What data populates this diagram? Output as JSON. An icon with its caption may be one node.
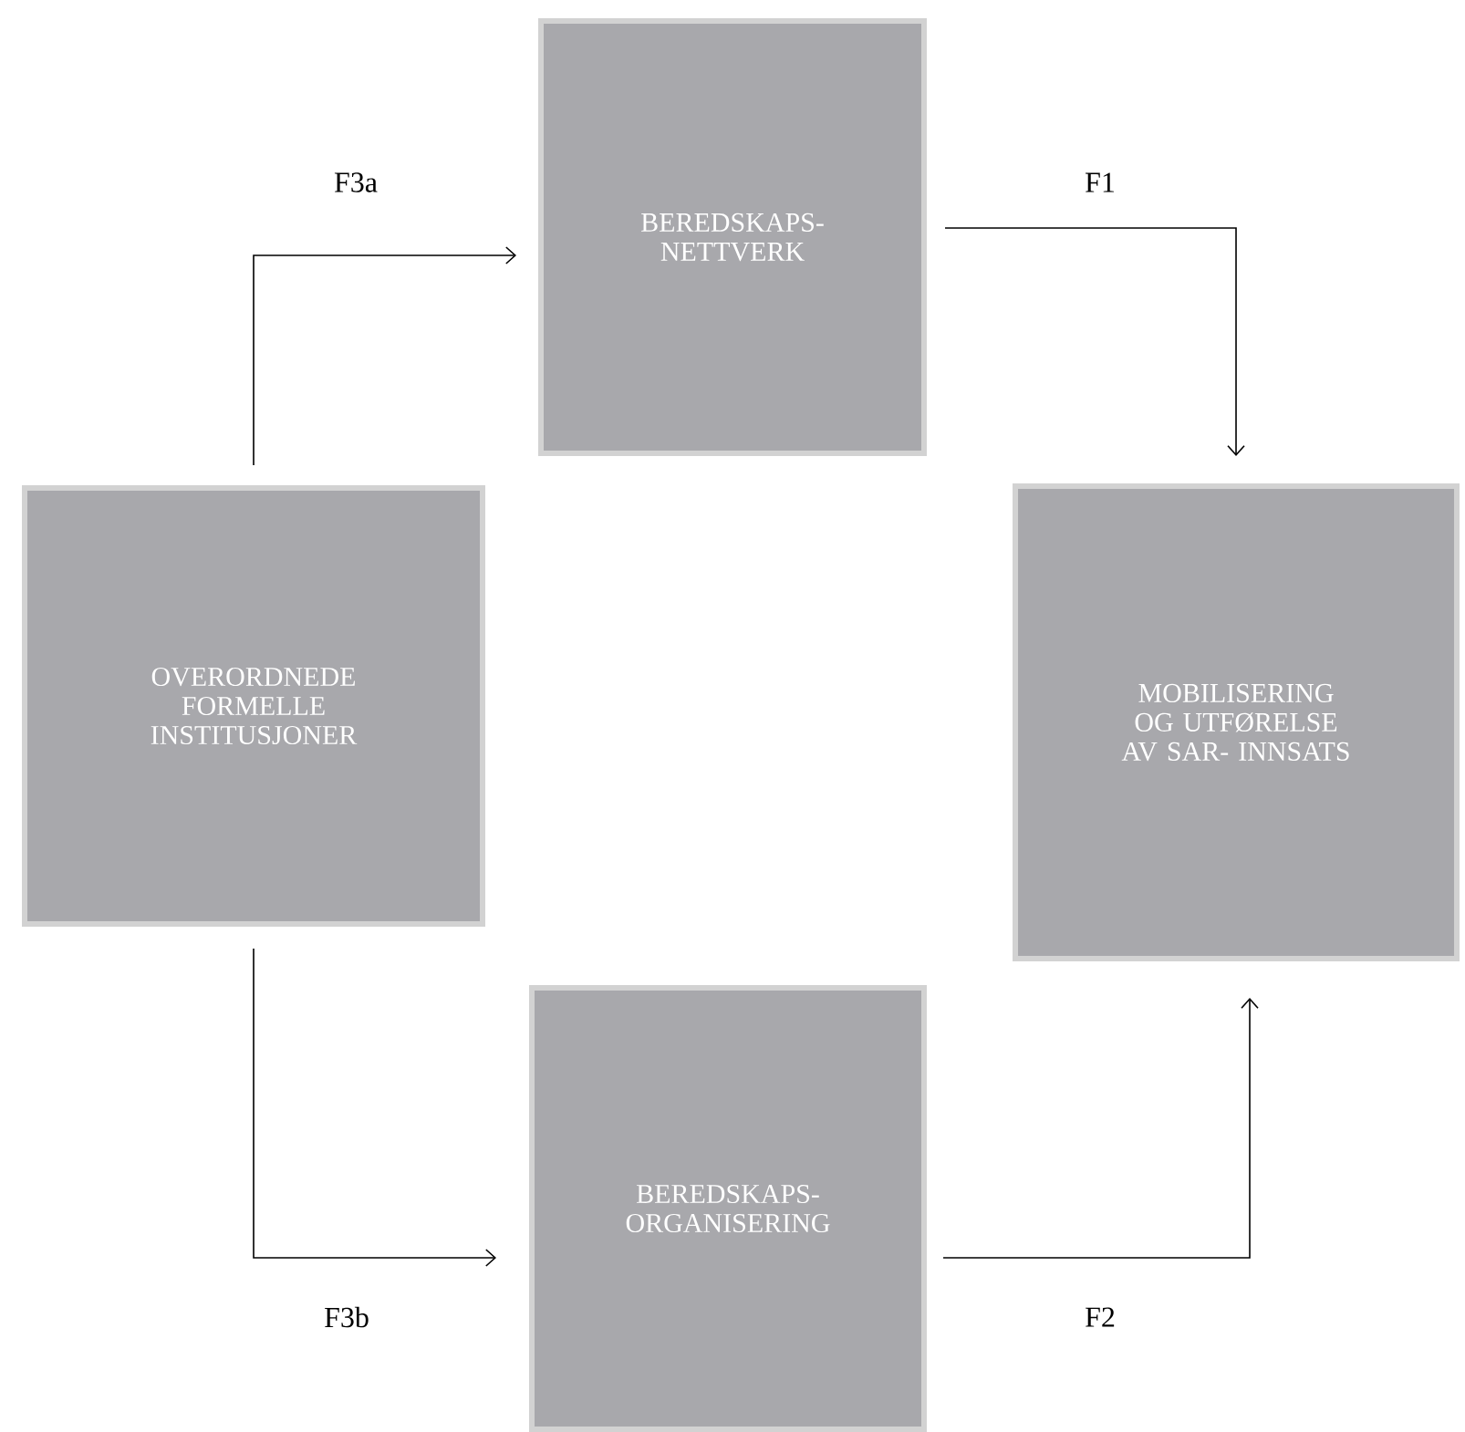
{
  "diagram": {
    "nodes": [
      {
        "text": [
          "BEREDSKAPS- NETTVERK"
        ]
      },
      {
        "text": [
          "OVERORDNEDE FORMELLE INSTITUSJONER"
        ]
      },
      {
        "text": [
          "MOBILISERING OG UTFØRELSE AV SAR- INNSATS"
        ]
      },
      {
        "text": [
          "BEREDSKAPS- ORGANISERING"
        ]
      }
    ],
    "edges": [
      {
        "from": 1,
        "to": 0,
        "arrow": "to",
        "label": "F3a"
      },
      {
        "from": 0,
        "to": 2,
        "arrow": "to",
        "label": "F1"
      },
      {
        "from": 1,
        "to": 3,
        "arrow": "to",
        "label": "F3b"
      },
      {
        "from": 3,
        "to": 2,
        "arrow": "to",
        "label": "F2"
      }
    ]
  }
}
